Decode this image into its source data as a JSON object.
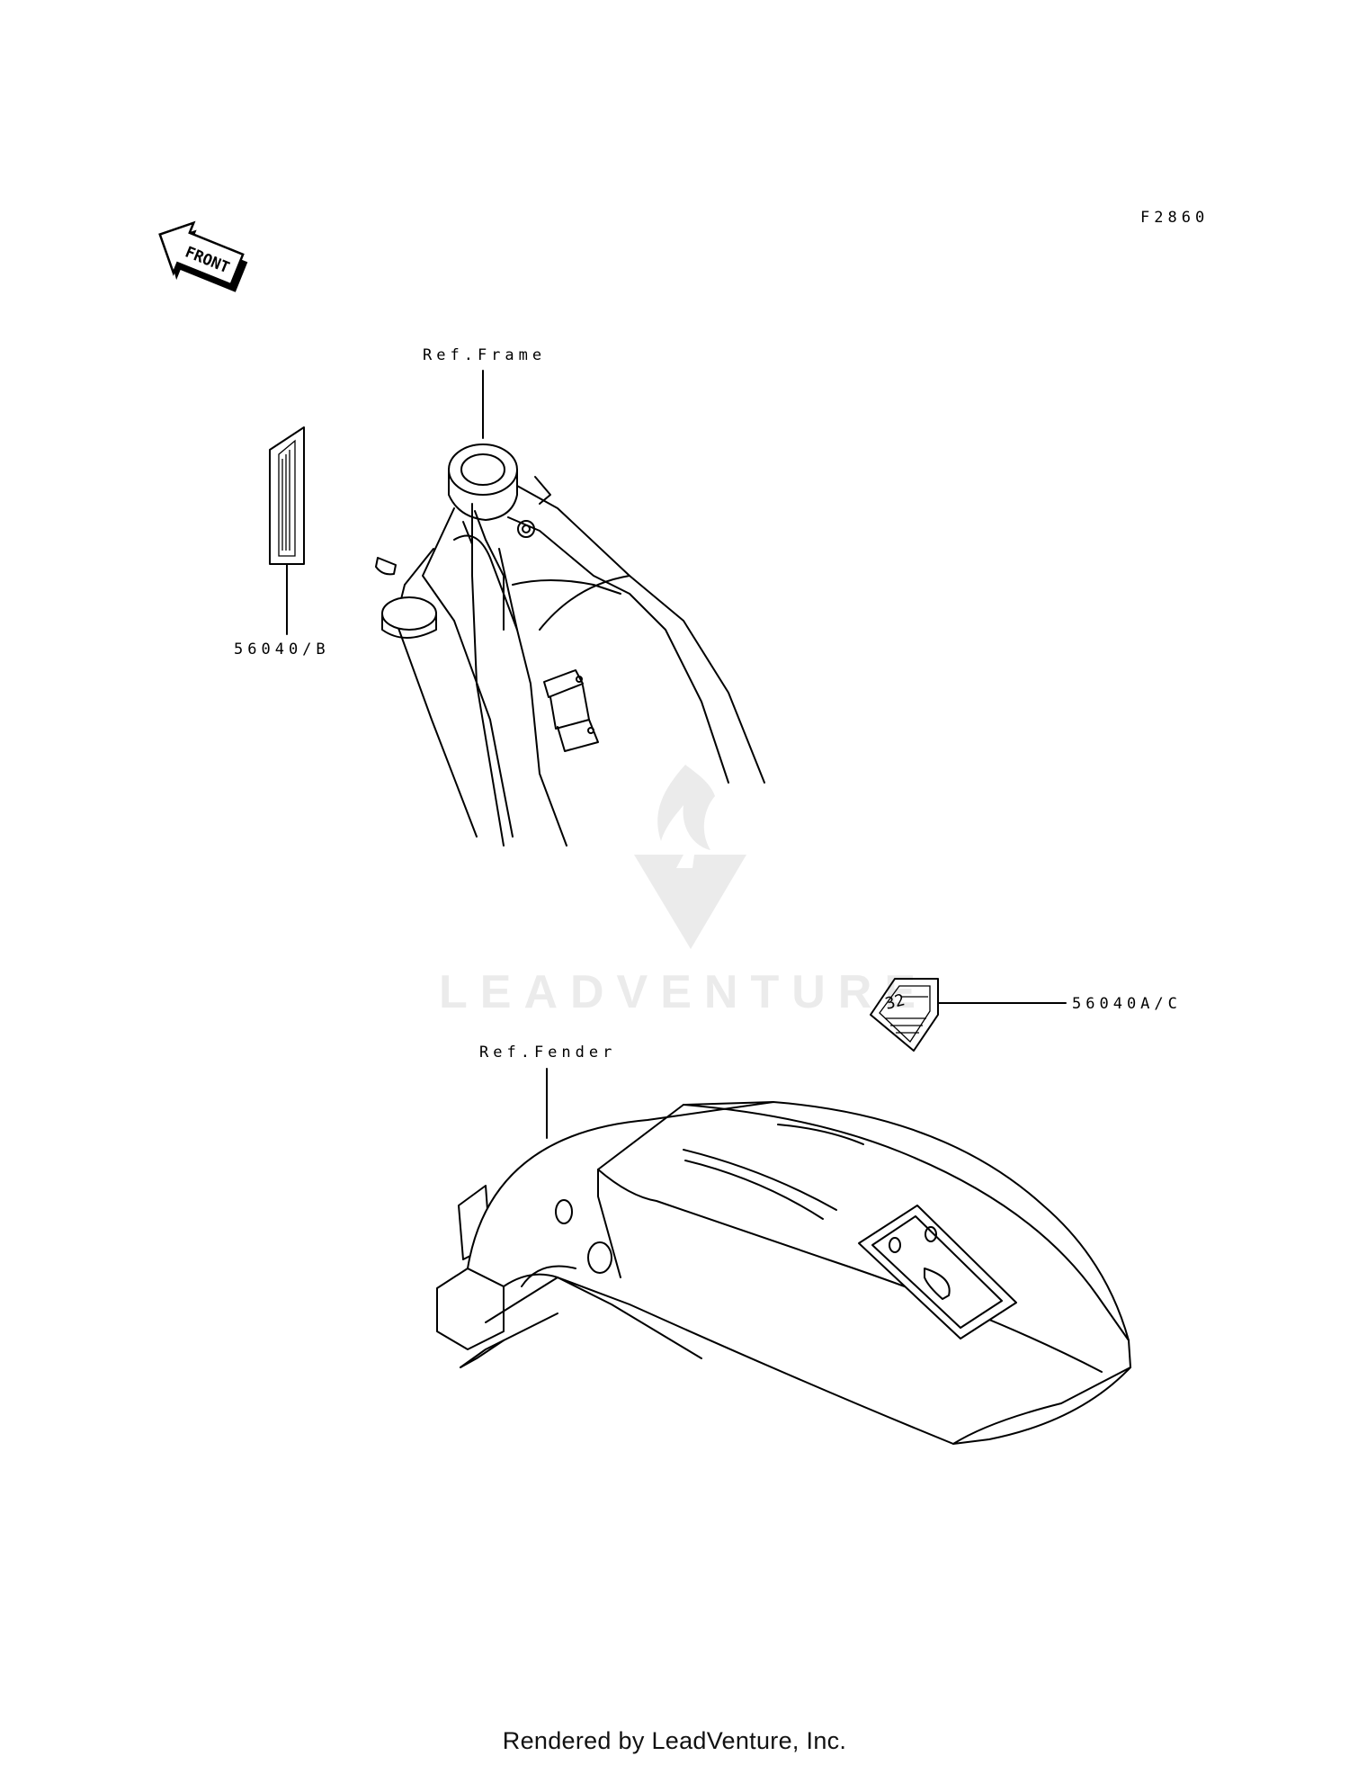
{
  "diagram": {
    "figure_code": "F2860",
    "front_arrow_text": "FRONT",
    "watermark": "LEADVENTURE",
    "labels": {
      "ref_frame": "Ref.Frame",
      "ref_fender": "Ref.Fender",
      "part_a": "56040/B",
      "part_b": "56040A/C"
    },
    "decal_text": "32"
  },
  "footer": {
    "rendered_by": "Rendered by LeadVenture, Inc."
  }
}
